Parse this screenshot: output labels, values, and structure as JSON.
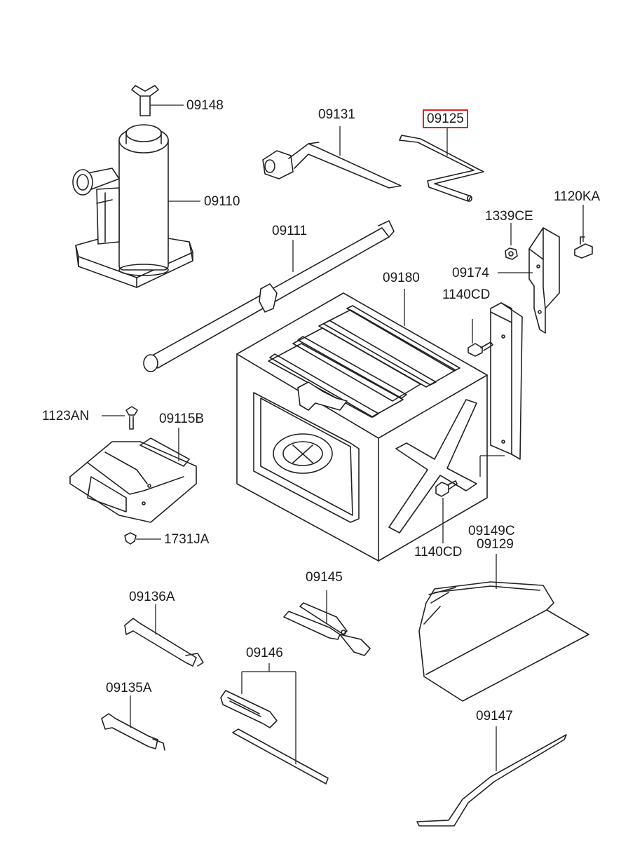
{
  "highlight_color": "#e02020",
  "callouts": {
    "jack_handle_bolt": "09148",
    "jack": "09110",
    "lug_wrench": "09131",
    "crank_rod": "09125",
    "bracket_nut": "1339CE",
    "bracket_bolt_top": "1120KA",
    "extension_bar": "09111",
    "tool_box": "09180",
    "bracket": "09174",
    "bolt_upper": "1140CD",
    "bolt_lower": "1140CD",
    "holder_bolt": "1123AN",
    "jack_holder": "09115B",
    "clip": "1731JA",
    "tool_bag_label_a": "09149C",
    "tool_bag_label_b": "09129",
    "pliers": "09145",
    "spanner_a": "09136A",
    "screwdriver": "09146",
    "spanner_b": "09135A",
    "tire_lever": "09147"
  },
  "highlighted": "crank_rod"
}
